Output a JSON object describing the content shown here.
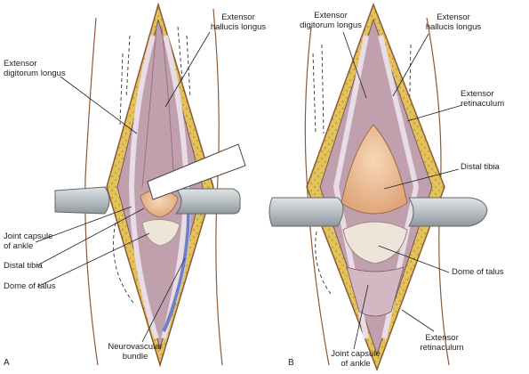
{
  "panels": [
    {
      "letter": "A",
      "labels": {
        "ehl": "Extensor\nhallucis longus",
        "edl": "Extensor\ndigitorum longus",
        "capsule": "Joint capsule\nof ankle",
        "tibia": "Distal tibia",
        "talus": "Dome of talus",
        "nv": "Neurovascular\nbundle"
      }
    },
    {
      "letter": "B",
      "labels": {
        "edl": "Extensor\ndigitorum longus",
        "ehl": "Extensor\nhallucis longus",
        "retinaculum_top": "Extensor\nretinaculum",
        "tibia": "Distal tibia",
        "talus": "Dome of talus",
        "capsule": "Joint capsule\nof ankle",
        "retinaculum_bottom": "Extensor\nretinaculum"
      }
    }
  ],
  "colors": {
    "skin_edge": "#8a5a36",
    "fat": "#e2c25a",
    "tissue": "#b89aa6",
    "tendon": "#d9cbd8",
    "bone": "#f2c9a2",
    "cartilage": "#efe3d8",
    "retractor": "#bfc5c9",
    "nerve": "#6f7fc4",
    "leader": "#222222"
  }
}
